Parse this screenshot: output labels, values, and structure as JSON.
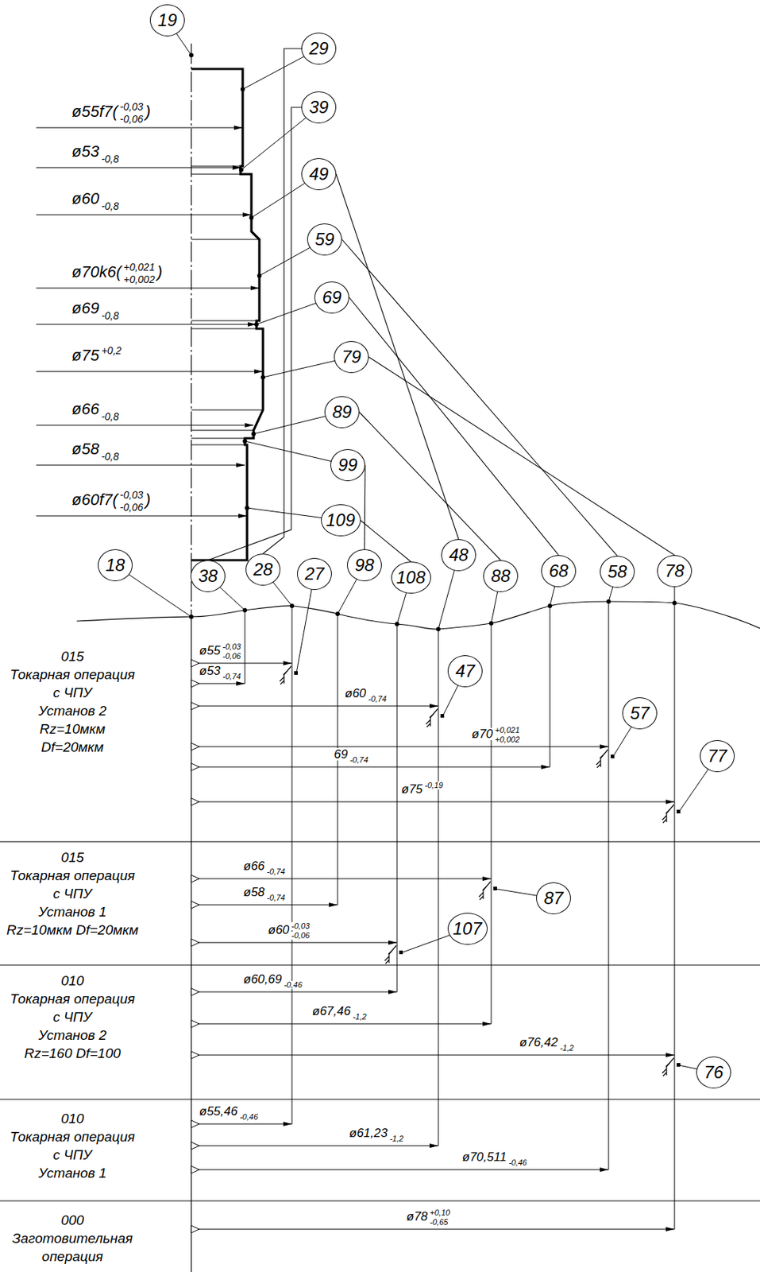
{
  "diagram": {
    "nodes": [
      {
        "text": [
          "19"
        ]
      },
      {
        "text": [
          "29"
        ]
      },
      {
        "text": [
          "39"
        ]
      },
      {
        "text": [
          "49"
        ]
      },
      {
        "text": [
          "59"
        ]
      },
      {
        "text": [
          "69"
        ]
      },
      {
        "text": [
          "79"
        ]
      },
      {
        "text": [
          "89"
        ]
      },
      {
        "text": [
          "99"
        ]
      },
      {
        "text": [
          "109"
        ]
      },
      {
        "text": [
          "18"
        ]
      },
      {
        "text": [
          "38"
        ]
      },
      {
        "text": [
          "28"
        ]
      },
      {
        "text": [
          "27"
        ]
      },
      {
        "text": [
          "98"
        ]
      },
      {
        "text": [
          "108"
        ]
      },
      {
        "text": [
          "48"
        ]
      },
      {
        "text": [
          "88"
        ]
      },
      {
        "text": [
          "68"
        ]
      },
      {
        "text": [
          "58"
        ]
      },
      {
        "text": [
          "78"
        ]
      },
      {
        "text": [
          "47"
        ]
      },
      {
        "text": [
          "57"
        ]
      },
      {
        "text": [
          "77"
        ]
      },
      {
        "text": [
          "87"
        ]
      },
      {
        "text": [
          "107"
        ]
      },
      {
        "text": [
          "76"
        ]
      }
    ],
    "edges": [
      {
        "from": 1,
        "to": 12,
        "arrow": "none"
      },
      {
        "from": 2,
        "to": 11,
        "arrow": "none"
      },
      {
        "from": 3,
        "to": 16,
        "arrow": "none"
      },
      {
        "from": 4,
        "to": 19,
        "arrow": "none"
      },
      {
        "from": 5,
        "to": 18,
        "arrow": "none"
      },
      {
        "from": 6,
        "to": 20,
        "arrow": "none"
      },
      {
        "from": 7,
        "to": 17,
        "arrow": "none"
      },
      {
        "from": 8,
        "to": 14,
        "arrow": "none"
      },
      {
        "from": 9,
        "to": 15,
        "arrow": "none"
      }
    ],
    "labels": [
      "ø55f7(",
      "-0,03",
      "-0,06",
      ")",
      "ø53",
      "-0,8",
      "ø60",
      "-0,8",
      "ø70k6(",
      "+0,021",
      "+0,002",
      ")",
      "ø69",
      "-0,8",
      "ø75",
      "+0,2",
      "ø66",
      "-0,8",
      "ø58",
      "-0,8",
      "ø60f7(",
      "-0,03",
      "-0,06",
      ")",
      "ø55",
      "-0,03",
      "-0,06",
      "ø53",
      "-0,74",
      "ø60",
      "-0,74",
      "ø70",
      "+0,021",
      "+0,002",
      "69",
      "-0,74",
      "ø75",
      "-0,19",
      "015",
      "Токарная операция",
      "с ЧПУ",
      "Установ 2",
      "Rz=10мкм",
      "Df=20мкм",
      "ø66",
      "-0,74",
      "ø58",
      "-0,74",
      "ø60",
      "-0,03",
      "-0,06",
      "015",
      "Токарная операция",
      "с ЧПУ",
      "Установ 1",
      "Rz=10мкм Df=20мкм",
      "ø60,69",
      "-0,46",
      "ø67,46",
      "-1,2",
      "ø76,42",
      "-1,2",
      "010",
      "Токарная операция",
      "с ЧПУ",
      "Установ 2",
      "Rz=160 Df=100",
      "ø55,46",
      "-0,46",
      "ø61,23",
      "-1,2",
      "ø70,511",
      "-0,46",
      "010",
      "Токарная операция",
      "с ЧПУ",
      "Установ 1",
      "000",
      "Заготовительная",
      "операция",
      "ø78",
      "+0,10",
      "-0,65"
    ]
  }
}
